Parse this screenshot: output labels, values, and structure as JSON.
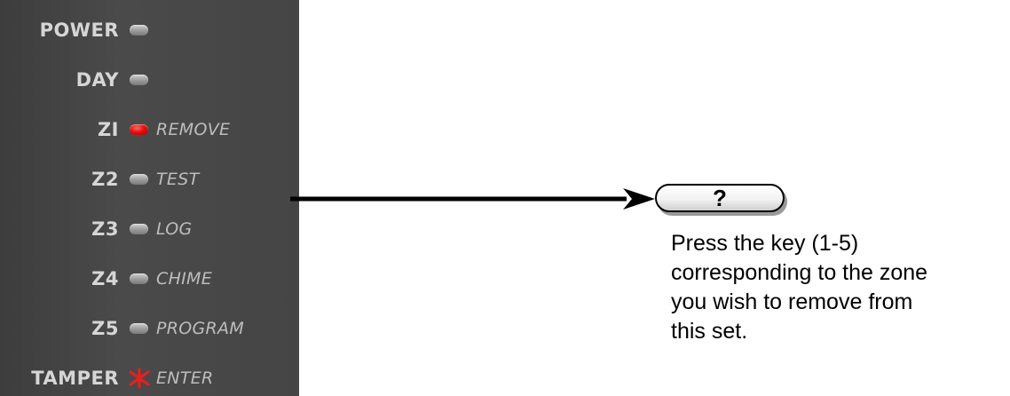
{
  "panel": {
    "rows": [
      {
        "name": "POWER",
        "function": "",
        "indicator": "led",
        "active": false
      },
      {
        "name": "DAY",
        "function": "",
        "indicator": "led",
        "active": false
      },
      {
        "name": "ZI",
        "function": "REMOVE",
        "indicator": "led",
        "active": true
      },
      {
        "name": "Z2",
        "function": "TEST",
        "indicator": "led",
        "active": false
      },
      {
        "name": "Z3",
        "function": "LOG",
        "indicator": "led",
        "active": false
      },
      {
        "name": "Z4",
        "function": "CHIME",
        "indicator": "led",
        "active": false
      },
      {
        "name": "Z5",
        "function": "PROGRAM",
        "indicator": "led",
        "active": false
      },
      {
        "name": "TAMPER",
        "function": "ENTER",
        "indicator": "star-icon",
        "active": true
      }
    ]
  },
  "key": {
    "label": "?"
  },
  "instruction": {
    "lines": [
      "Press the key (1-5)",
      "corresponding to the zone",
      "you wish to remove from",
      "this set."
    ]
  },
  "colors": {
    "panel": "#444444",
    "active_led": "#e01010",
    "text_light": "#d6d6d6"
  }
}
